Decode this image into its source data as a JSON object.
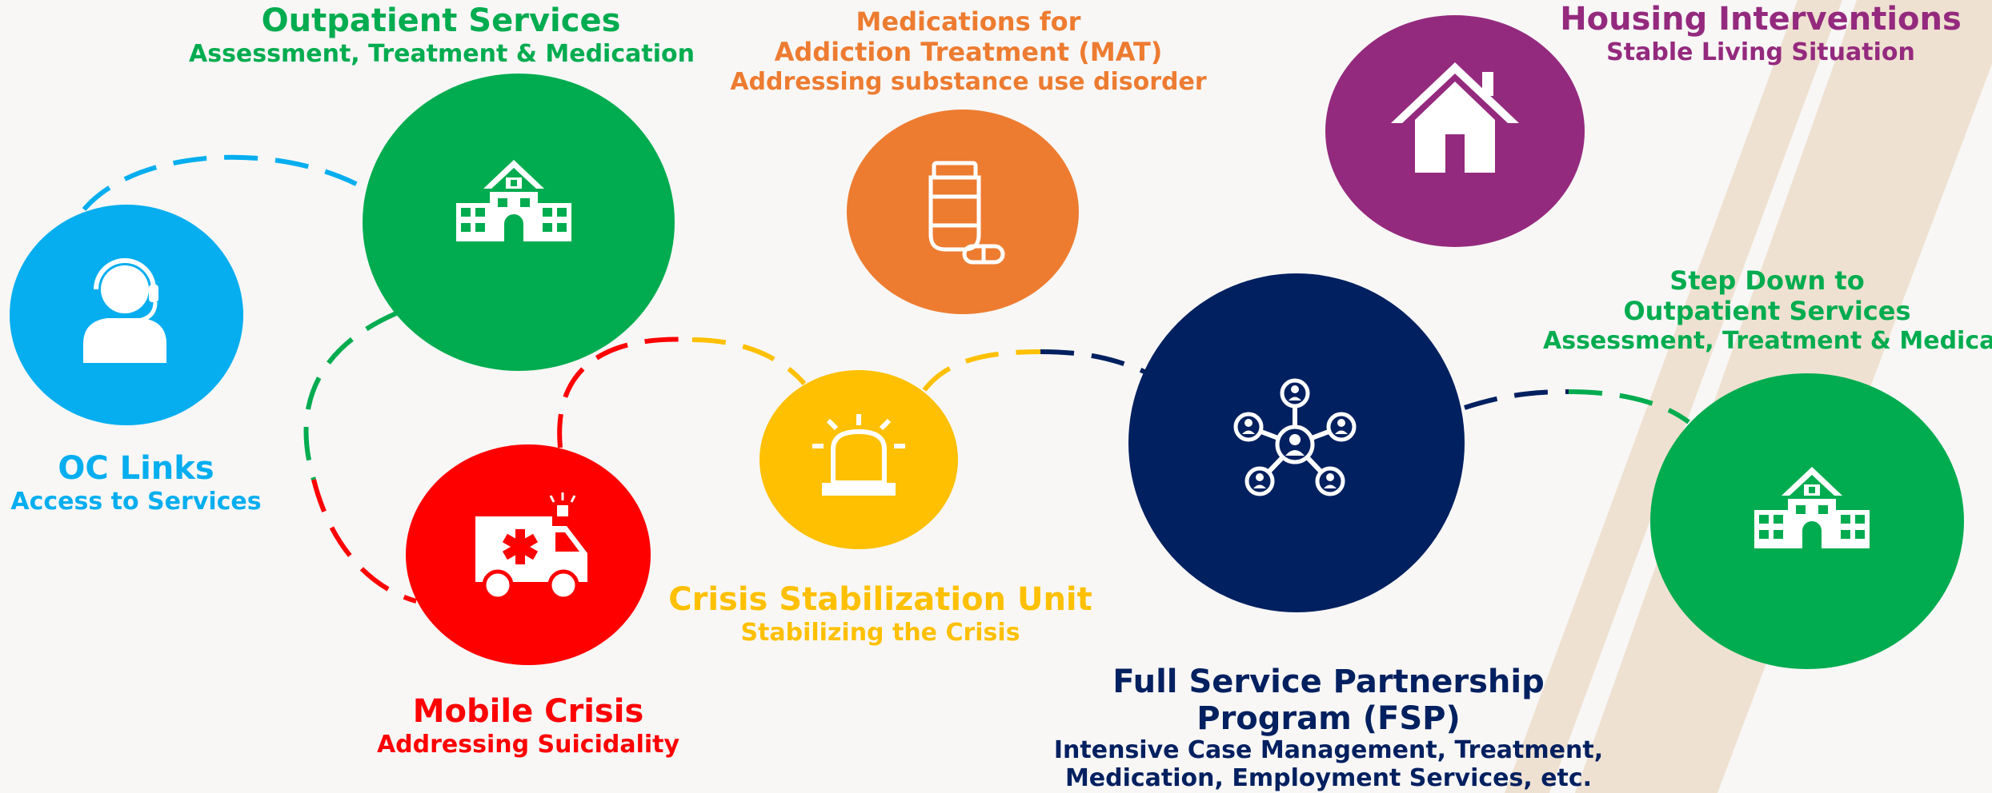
{
  "colors": {
    "background": "#f8f7f6",
    "stripe": "#efe1d1",
    "oc_links": "#06aeef",
    "outpatient": "#00ac4f",
    "mobile_crisis": "#fe0000",
    "crisis_unit": "#fec000",
    "mat": "#ed7c31",
    "fsp": "#002060",
    "housing": "#942a7e",
    "step_down": "#00ac4f",
    "icon": "#ffffff"
  },
  "nodes": {
    "oc_links": {
      "title": "OC Links",
      "subtitle": "Access to Services",
      "icon": "headset-person-icon"
    },
    "outpatient": {
      "title": "Outpatient Services",
      "subtitle": "Assessment, Treatment & Medication",
      "icon": "hospital-icon"
    },
    "mat": {
      "title_line1": "Medications for",
      "title_line2": "Addiction Treatment (MAT)",
      "subtitle": "Addressing substance use disorder",
      "icon": "pill-bottle-icon"
    },
    "housing": {
      "title": "Housing Interventions",
      "subtitle": "Stable Living Situation",
      "icon": "house-icon"
    },
    "mobile_crisis": {
      "title": "Mobile Crisis",
      "subtitle": "Addressing Suicidality",
      "icon": "ambulance-icon"
    },
    "crisis_unit": {
      "title": "Crisis Stabilization Unit",
      "subtitle": "Stabilizing the Crisis",
      "icon": "siren-icon"
    },
    "fsp": {
      "title_line1": "Full Service Partnership",
      "title_line2": "Program (FSP)",
      "subtitle_line1": "Intensive Case Management, Treatment,",
      "subtitle_line2": "Medication, Employment Services, etc.",
      "icon": "network-people-icon"
    },
    "step_down": {
      "title_line1": "Step Down to",
      "title_line2": "Outpatient Services",
      "subtitle": "Assessment, Treatment & Medication",
      "icon": "hospital-icon"
    }
  }
}
